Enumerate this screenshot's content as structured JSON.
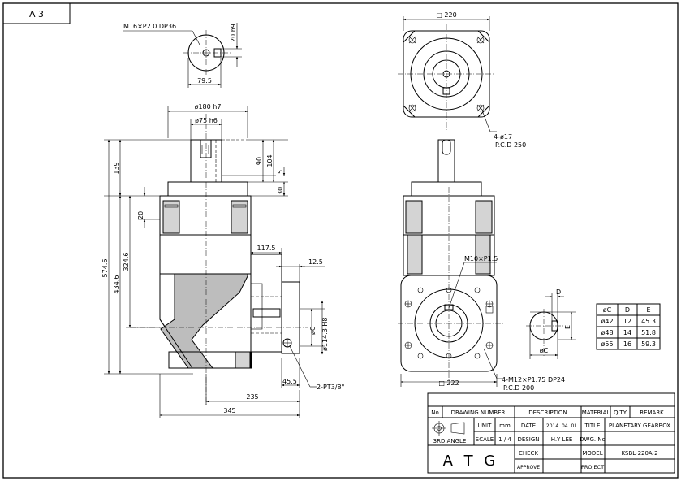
{
  "sheet": {
    "size_label": "A 3"
  },
  "dims": {
    "thread_top": "M16×P2.0 DP36",
    "d20h9": "20 h9",
    "d79_5": "79.5",
    "d180h7": "ø180 h7",
    "d75h6": "ø75 h6",
    "d139": "139",
    "d90": "90",
    "d104": "104",
    "d5": "5",
    "d30": "30",
    "d20": "20",
    "d574_6": "574.6",
    "d434_6": "434.6",
    "d324_6": "324.6",
    "d117_5": "117.5",
    "d12_5": "12.5",
    "dC": "øC",
    "d114_3": "ø114.3 H8",
    "d45_5": "45.5",
    "pt": "2-PT3/8\"",
    "d235": "235",
    "d345": "345",
    "sq220": "□ 220",
    "holes": "4-ø17",
    "pcd250": "P.C.D 250",
    "m10": "M10×P1.5",
    "sq222": "□ 222",
    "m12": "4-M12×P1.75 DP24",
    "pcd200": "P.C.D 200",
    "keyD": "D",
    "keyE": "E",
    "keyC": "øC"
  },
  "bore_table": {
    "headers": [
      "øC",
      "D",
      "E"
    ],
    "rows": [
      [
        "ø42",
        "12",
        "45.3"
      ],
      [
        "ø48",
        "14",
        "51.8"
      ],
      [
        "ø55",
        "16",
        "59.3"
      ]
    ]
  },
  "title_block": {
    "no": "No",
    "drawing_number": "DRAWING NUMBER",
    "description": "DESCRIPTION",
    "material": "MATERIAL",
    "qty": "Q'TY",
    "remark": "REMARK",
    "angle": "3RD ANGLE",
    "unit_label": "UNIT",
    "unit_value": "mm",
    "scale_label": "SCALE",
    "scale_value": "1 / 4",
    "date_label": "DATE",
    "date_value": "2014. 04. 01",
    "design_label": "DESIGN",
    "design_value": "H.Y LEE",
    "check_label": "CHECK",
    "approve_label": "APPROVE",
    "title_label": "TITLE",
    "title_value": "PLANETARY GEARBOX",
    "dwg_label": "DWG. No",
    "model_label": "MODEL",
    "model_value": "KSBL-220A-2",
    "project_label": "PROJECT",
    "logo": "A T G"
  }
}
